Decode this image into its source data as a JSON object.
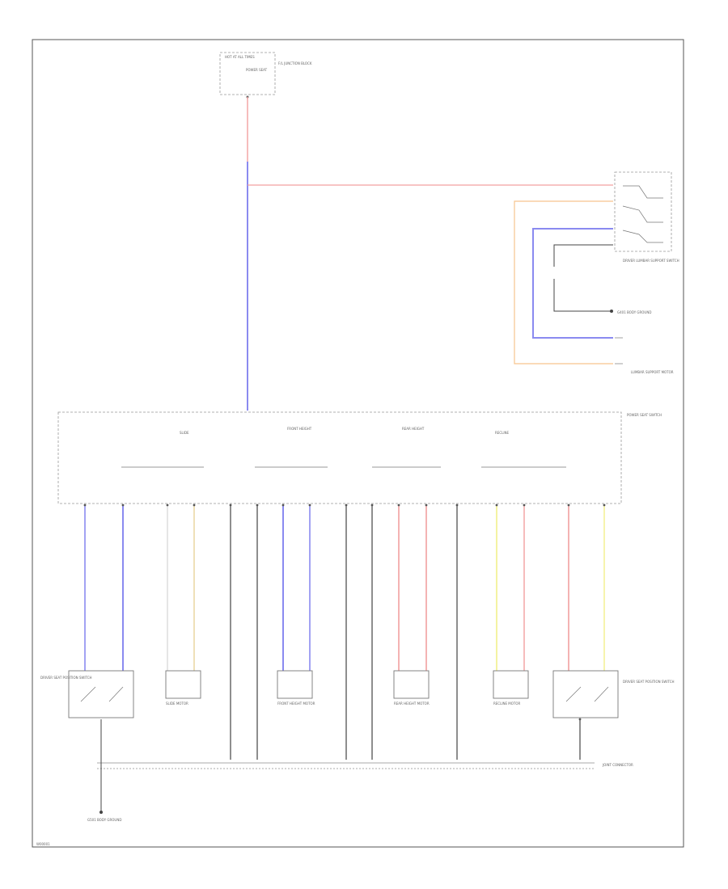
{
  "colors": {
    "red": "#f2a0a0",
    "blue": "#8a8af0",
    "orange": "#f7c48e",
    "yellow": "#f2f08a",
    "tan": "#e8d39a",
    "black": "#444444",
    "gray": "#aaaaaa"
  },
  "labels": {
    "fuse_box_title": "HOT AT ALL TIMES",
    "fuse_box_sub": "F/L JUNCTION BLOCK",
    "fuse_name": "POWER SEAT",
    "switch_top_right": "DRIVER LUMBAR SUPPORT SWITCH",
    "ground_mid": "G401 BODY GROUND",
    "lumbar_label": "LUMBAR SUPPORT MOTOR",
    "seat_switch_label": "POWER SEAT SWITCH",
    "grp_slide": "SLIDE",
    "grp_front": "FRONT HEIGHT",
    "grp_rear": "REAR HEIGHT",
    "grp_recline": "RECLINE",
    "joint_connector": "JOINT CONNECTOR",
    "ground_bottom": "G501 BODY GROUND",
    "motor1": "SLIDE MOTOR",
    "motor2": "FRONT HEIGHT MOTOR",
    "motor3": "REAR HEIGHT MOTOR",
    "motor4": "RECLINE MOTOR",
    "switch_left": "DRIVER SEAT POSITION SWITCH",
    "switch_right": "DRIVER SEAT POSITION SWITCH",
    "footer_code": "W00001"
  }
}
